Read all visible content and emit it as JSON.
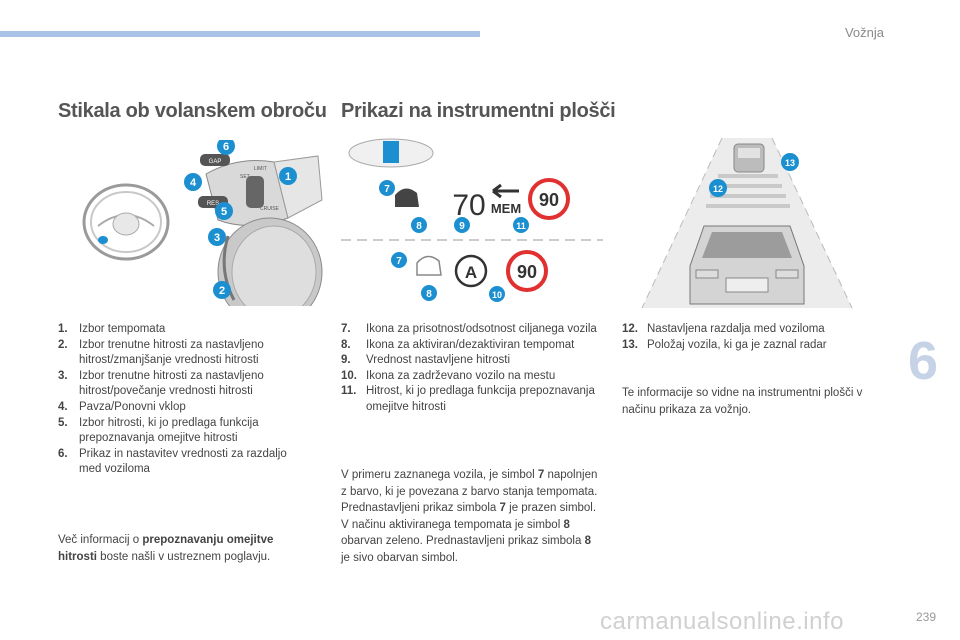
{
  "header": {
    "chapter": "Vožnja",
    "chapter_number": "6",
    "page_number": "239"
  },
  "watermark": "carmanualsonline.info",
  "sections": {
    "left_title": "Stikala ob volanskem obroču",
    "middle_title": "Prikazi na instrumentni plošči"
  },
  "left_list": [
    {
      "n": "1.",
      "text": "Izbor tempomata"
    },
    {
      "n": "2.",
      "text": "Izbor trenutne hitrosti za nastavljeno hitrost/zmanjšanje vrednosti hitrosti"
    },
    {
      "n": "3.",
      "text": "Izbor trenutne hitrosti za nastavljeno hitrost/povečanje vrednosti hitrosti"
    },
    {
      "n": "4.",
      "text": "Pavza/Ponovni vklop"
    },
    {
      "n": "5.",
      "text": "Izbor hitrosti, ki jo predlaga funkcija prepoznavanja omejitve hitrosti"
    },
    {
      "n": "6.",
      "text": "Prikaz in nastavitev vrednosti za razdaljo med voziloma"
    }
  ],
  "left_note": {
    "pre": "Več informacij o ",
    "bold": "prepoznavanju omejitve hitrosti",
    "post": " boste našli v ustreznem poglavju."
  },
  "middle_list": [
    {
      "n": "7.",
      "text": "Ikona za prisotnost/odsotnost ciljanega vozila"
    },
    {
      "n": "8.",
      "text": "Ikona za aktiviran/dezaktiviran tempomat"
    },
    {
      "n": "9.",
      "text": "Vrednost nastavljene hitrosti"
    },
    {
      "n": "10.",
      "text": "Ikona za zadrževano vozilo na mestu"
    },
    {
      "n": "11.",
      "text": "Hitrost, ki jo predlaga funkcija prepoznavanja omejitve hitrosti"
    }
  ],
  "middle_note": {
    "a1": "V primeru zaznanega vozila, je simbol ",
    "b1": "7",
    "a2": " napolnjen z barvo, ki je povezana z barvo stanja tempomata. Prednastavljeni prikaz simbola ",
    "b2": "7",
    "a3": " je prazen simbol.",
    "a4": "V načinu aktiviranega tempomata je simbol ",
    "b3": "8",
    "a5": " obarvan zeleno. Prednastavljeni prikaz simbola ",
    "b4": "8",
    "a6": " je sivo obarvan simbol."
  },
  "right_list": [
    {
      "n": "12.",
      "text": "Nastavljena razdalja med voziloma"
    },
    {
      "n": "13.",
      "text": "Položaj vozila, ki ga je zaznal radar"
    }
  ],
  "right_note": "Te informacije so vidne na instrumentni plošči v načinu prikaza za vožnjo.",
  "figure_wheel": {
    "callouts": [
      "1",
      "2",
      "3",
      "4",
      "5",
      "6"
    ],
    "stalk_labels": [
      "GAP",
      "RES",
      "SET",
      "LIMIT",
      "CRUISE"
    ]
  },
  "figure_dash": {
    "callouts": [
      "7",
      "8",
      "9",
      "10",
      "11",
      "7",
      "8"
    ],
    "set_speed": "70",
    "mem_label": "MEM",
    "limit_sign": "90",
    "hold_symbol": "A"
  },
  "figure_road": {
    "callouts": [
      "12",
      "13"
    ]
  },
  "colors": {
    "callout": "#1b8fd0",
    "accent_bar": "#a8c3e6",
    "chapter_number": "#c6d2e6",
    "limit_ring": "#e03030"
  }
}
